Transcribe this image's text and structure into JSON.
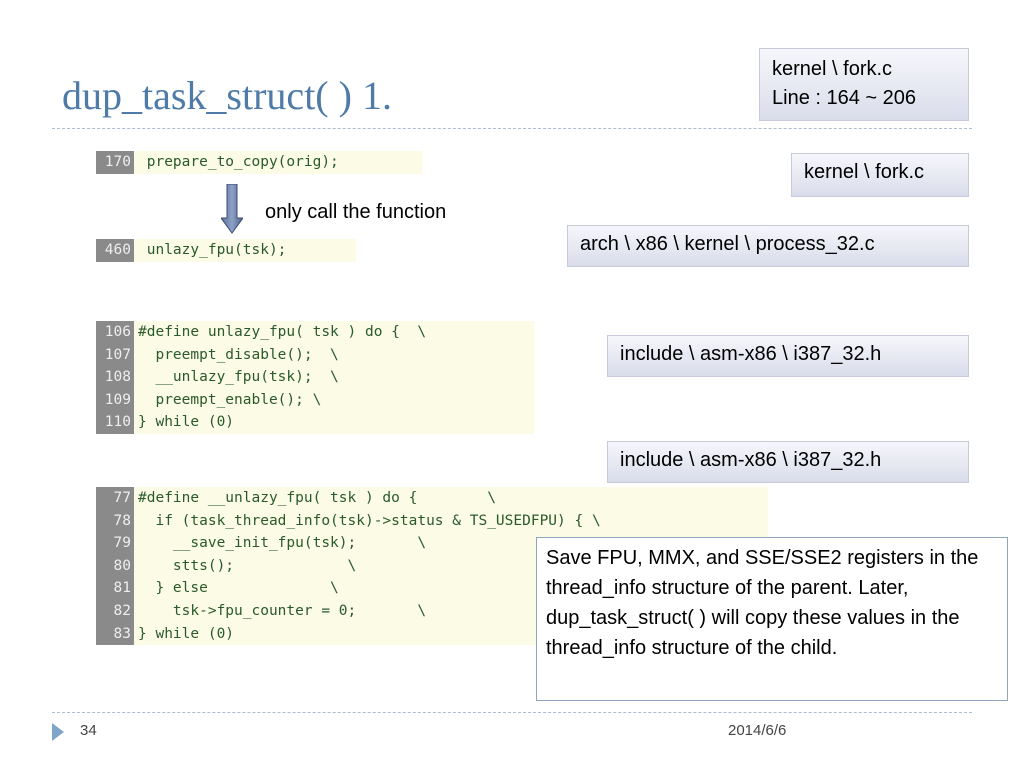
{
  "slide": {
    "title": "dup_task_struct( ) 1.",
    "page_number": "34",
    "date": "2014/6/6"
  },
  "labels": {
    "source_ref_line1": "kernel \\ fork.c",
    "source_ref_line2": "Line : 164 ~ 206",
    "fork": "kernel \\ fork.c",
    "process": "arch \\ x86 \\ kernel \\ process_32.c",
    "i387_a": "include \\ asm-x86 \\ i387_32.h",
    "i387_b": "include \\ asm-x86 \\ i387_32.h"
  },
  "note": "only call the function",
  "code": {
    "snippet1": [
      {
        "ln": "170",
        "text": " prepare_to_copy(orig);"
      }
    ],
    "snippet2": [
      {
        "ln": "460",
        "text": " unlazy_fpu(tsk);"
      }
    ],
    "snippet3": [
      {
        "ln": "106",
        "text": "#define unlazy_fpu( tsk ) do {  \\"
      },
      {
        "ln": "107",
        "text": "  preempt_disable();  \\"
      },
      {
        "ln": "108",
        "text": "  __unlazy_fpu(tsk);  \\"
      },
      {
        "ln": "109",
        "text": "  preempt_enable(); \\"
      },
      {
        "ln": "110",
        "text": "} while (0)"
      }
    ],
    "snippet4": [
      {
        "ln": "77",
        "text": "#define __unlazy_fpu( tsk ) do {        \\"
      },
      {
        "ln": "78",
        "text": "  if (task_thread_info(tsk)->status & TS_USEDFPU) { \\"
      },
      {
        "ln": "79",
        "text": "    __save_init_fpu(tsk);       \\"
      },
      {
        "ln": "80",
        "text": "    stts();             \\"
      },
      {
        "ln": "81",
        "text": "  } else              \\"
      },
      {
        "ln": "82",
        "text": "    tsk->fpu_counter = 0;       \\"
      },
      {
        "ln": "83",
        "text": "} while (0)"
      }
    ]
  },
  "description": "Save FPU, MMX, and SSE/SSE2 registers in the thread_info structure of the parent. Later, dup_task_struct( ) will copy these values in the thread_info structure of the child.",
  "colors": {
    "title": "#4f7ba8",
    "code_text": "#2a5a2a",
    "code_bg": "#fbfbe6",
    "line_number_bg": "#8a8a8a"
  }
}
